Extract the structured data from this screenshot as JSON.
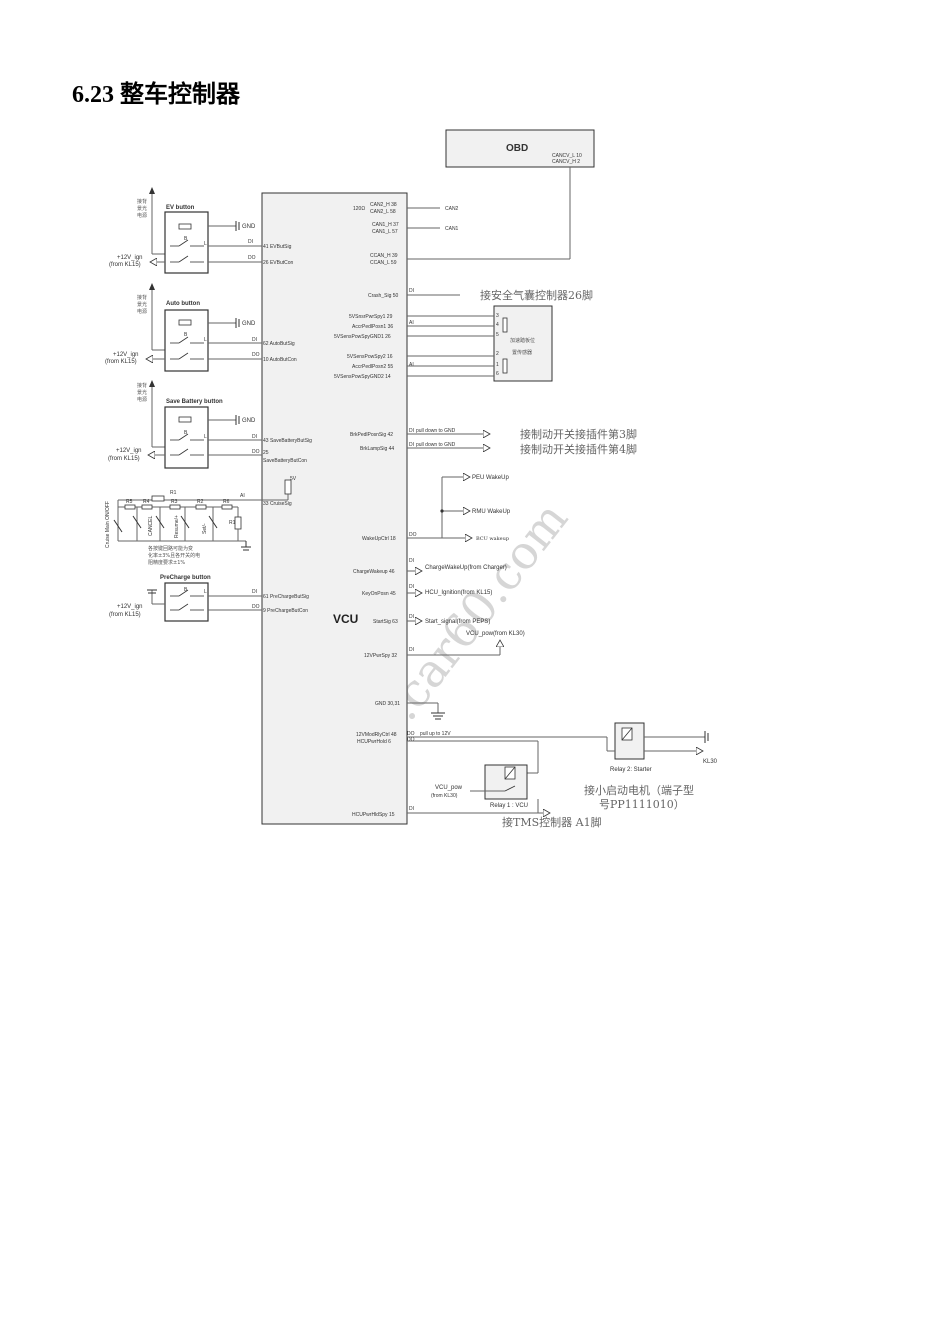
{
  "title": "6.23 整车控制器",
  "watermark": "www.car60.com",
  "obd": {
    "label": "OBD",
    "pin1": "CANCV_L 10",
    "pin2": "CANCV_H 2"
  },
  "vcu": {
    "label": "VCU"
  },
  "buttons": {
    "ev": "EV button",
    "auto": "Auto button",
    "save": "Save Battery button",
    "precharge": "PreCharge button"
  },
  "common": {
    "gnd": "GND",
    "ign": "+12V_ign",
    "from_kl15": "(from KL15)",
    "di": "DI",
    "do": "DO",
    "ai": "AI",
    "side_note": [
      "接背",
      "景光",
      "电源"
    ],
    "pin_b": "B",
    "pin_l": "L",
    "five_v": "5V"
  },
  "left_pins": {
    "ev_sig": "41 EVButSig",
    "ev_con": "26 EVButCon",
    "auto_sig": "62 AutoButSig",
    "auto_con": "10 AutoButCon",
    "save_sig": "43 SaveBatteryButSig",
    "save_con_num": "25",
    "save_con_name": "SaveBatteryButCon",
    "cruise": "33  CruiseSig",
    "pre_sig": "61  PreChargeButSig",
    "pre_con": "9  PreChargeButCon"
  },
  "cruise": {
    "resistors": [
      "R5",
      "R4",
      "R3",
      "R1",
      "R2",
      "R6"
    ],
    "switches": [
      "Cruise Main ON/OFF",
      "CANCEL",
      "Resume/+",
      "Set/-"
    ],
    "r1": "R1",
    "note": [
      "各按键回路可能为变",
      "化率±3%且各开关的电",
      "阻精度要求±1%"
    ]
  },
  "right_pins": {
    "can2_h": "CAN2_H  38",
    "can2_l": "CAN2_L  58",
    "r120": "120Ω",
    "can2": "CAN2",
    "can1_h": "CAN1_H  37",
    "can1_l": "CAN1_L  57",
    "can1": "CAN1",
    "ccan_h": "CCAN_H  39",
    "ccan_l": "CCAN_L  59",
    "crash": "Crash_Sig  50",
    "pwr1": "5VSnsrPwrSpy1  29",
    "accr1": "AccrPedlPosn1  36",
    "gnd1": "5VSensPowSpyGND1  26",
    "pwr2": "5VSensPowSpy2  16",
    "accr2": "AccrPedlPosn2  55",
    "gnd2": "5VSensPowSpyGND2  14",
    "brk_posn": "BrkPedlPosnSig  42",
    "brk_lamp": "BrkLampSig  44",
    "wakeup": "WakeUpCtrl  18",
    "charge_wake": "ChargeWakeup  46",
    "key_on": "KeyOnPosn  45",
    "start": "StartSig  63",
    "pwr_spy": "12VPwrSpy  32",
    "gnd": "GND 30,31",
    "mod_rly": "12VModRlyCtrl  48",
    "pwr_hold": "HCUPwrHold  6",
    "pwr_hld_spy": "HCUPwrHldSpy  15"
  },
  "signals": {
    "pull_down": "pull down to GND",
    "pull_up": "pull up to 12V",
    "peu": "PEU WakeUp",
    "rmu": "RMU WakeUp",
    "bcu": "BCU wakeup",
    "charge_from": "ChargeWakeUp(from Charger)",
    "hcu_ign": "HCU_Ignition(from KL15)",
    "start_peps": "Start_signal(from PEPS)",
    "vcu_pow_kl30": "VCU_pow(from KL30)",
    "vcu_pow": "VCU_pow",
    "from_kl30": "(from KL30)",
    "relay1": "Relay 1 : VCU",
    "relay2": "Relay 2: Starter",
    "kl30": "KL30"
  },
  "pedal": {
    "label1": "加速踏板位",
    "label2": "置传感器",
    "pins": [
      "3",
      "4",
      "5",
      "2",
      "1",
      "6"
    ]
  },
  "annotations": {
    "airbag": "接安全气囊控制器26脚",
    "brake3": "接制动开关接插件第3脚",
    "brake4": "接制动开关接插件第4脚",
    "motor1": "接小启动电机（端子型",
    "motor2": "号PP1111010）",
    "tms": "接TMS控制器 A1脚"
  }
}
